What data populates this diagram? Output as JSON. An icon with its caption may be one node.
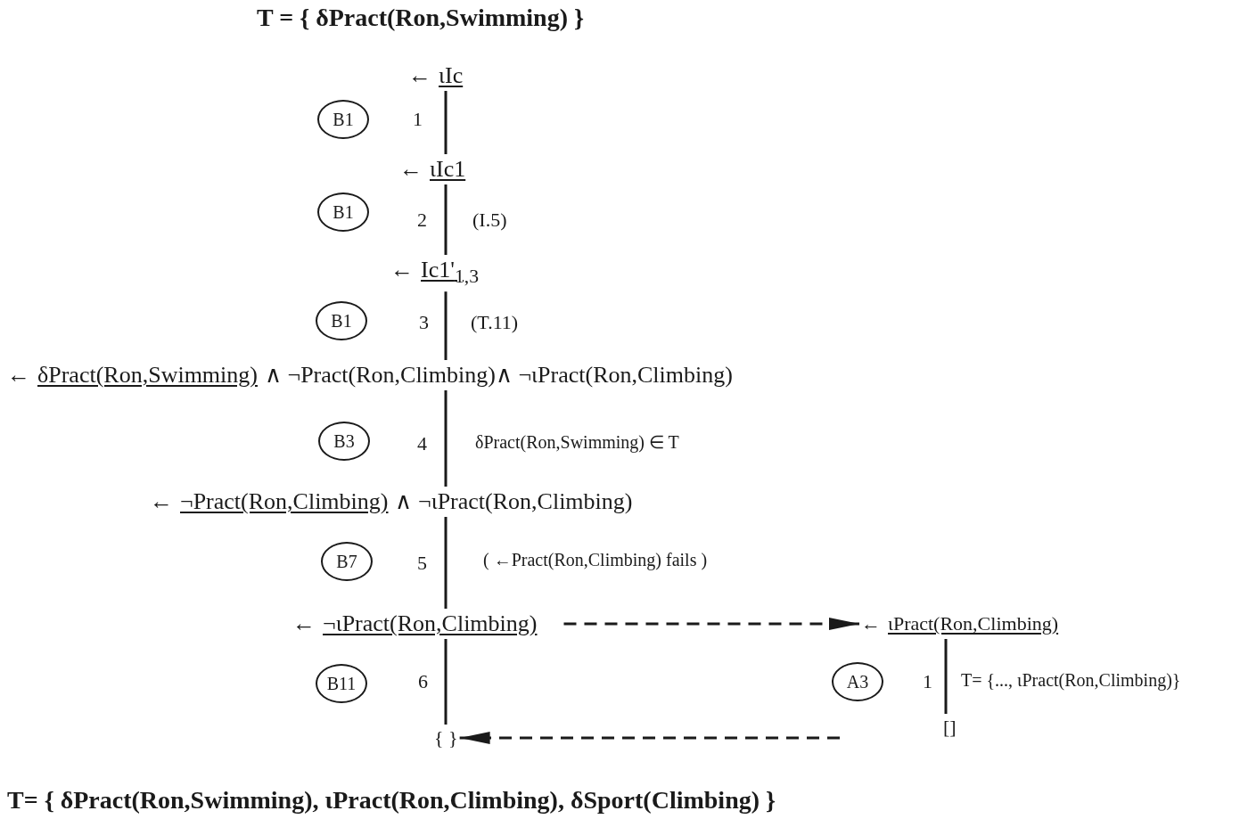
{
  "diagram": {
    "title": "T = { δPract(Ron,Swimming) }",
    "caption": "T= {  δPract(Ron,Swimming),  ιPract(Ron,Climbing),  δSport(Climbing) }",
    "nodes": [
      {
        "text": [
          "←",
          "ιIc"
        ]
      },
      {
        "text": [
          "B1"
        ]
      },
      {
        "text": [
          "←",
          "ιIc1"
        ]
      },
      {
        "text": [
          "B1"
        ]
      },
      {
        "text": [
          "←",
          "Ic1'$_{1,3}$"
        ]
      },
      {
        "text": [
          "B1"
        ]
      },
      {
        "text": [
          "←",
          "δPract(Ron,Swimming)",
          "∧ ¬Pract(Ron,Climbing)∧ ¬ιPract(Ron,Climbing)"
        ]
      },
      {
        "text": [
          "B3"
        ]
      },
      {
        "text": [
          "←",
          "¬Pract(Ron,Climbing)",
          "∧ ¬ιPract(Ron,Climbing)"
        ]
      },
      {
        "text": [
          "B7"
        ]
      },
      {
        "text": [
          "←",
          "¬ιPract(Ron,Climbing)"
        ]
      },
      {
        "text": [
          "←",
          "ιPract(Ron,Climbing)"
        ]
      },
      {
        "text": [
          "B11"
        ]
      },
      {
        "text": [
          "A3"
        ]
      },
      {
        "text": [
          "[]"
        ]
      },
      {
        "text": [
          "{ }"
        ]
      }
    ],
    "edges": [
      {
        "from": 0,
        "to": 2,
        "arrow": "none"
      },
      {
        "from": 2,
        "to": 4,
        "arrow": "none"
      },
      {
        "from": 4,
        "to": 6,
        "arrow": "none"
      },
      {
        "from": 6,
        "to": 8,
        "arrow": "none"
      },
      {
        "from": 8,
        "to": 10,
        "arrow": "none"
      },
      {
        "from": 10,
        "to": 15,
        "arrow": "none"
      },
      {
        "from": 10,
        "to": 11,
        "arrow": "to",
        "style": "dashed"
      },
      {
        "from": 11,
        "to": 14,
        "arrow": "none"
      },
      {
        "from": null,
        "to": 15,
        "arrow": "to",
        "style": "dashed"
      }
    ],
    "labels": [
      "1",
      "2",
      "(I.5)",
      "3",
      "(T.11)",
      "4",
      "δPract(Ron,Swimming) ∈ T",
      "5",
      "( ←Pract(Ron,Climbing) fails )",
      "6",
      "1",
      "T= {..., ιPract(Ron,Climbing)}"
    ]
  }
}
